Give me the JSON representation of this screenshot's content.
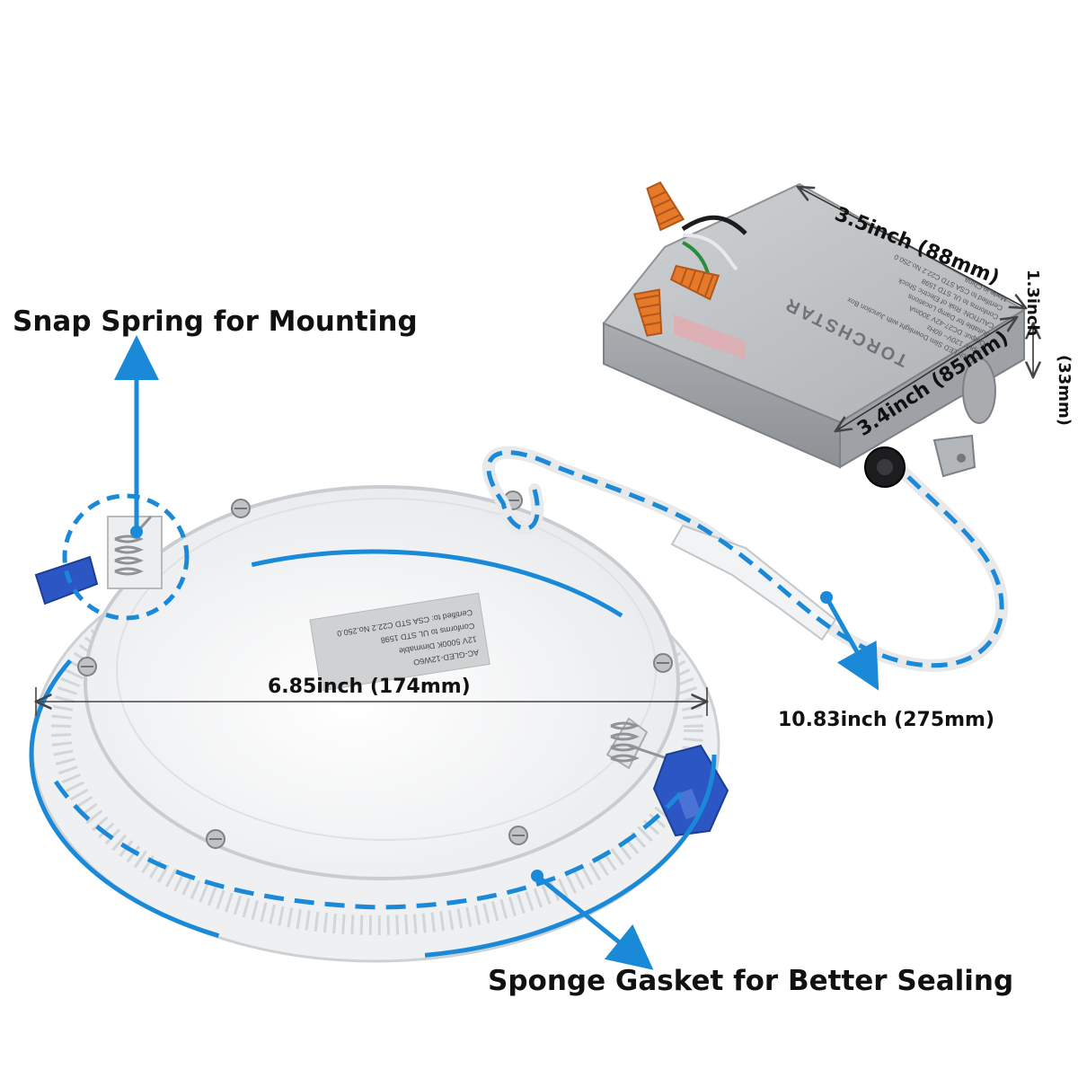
{
  "callouts": {
    "snap_spring": "Snap Spring for Mounting",
    "sponge_gasket": "Sponge Gasket for Better Sealing",
    "cable_length": "10.83inch (275mm)"
  },
  "dimensions": {
    "panel_diameter": "6.85inch (174mm)",
    "box_width": "3.5inch (88mm)",
    "box_depth": "3.4inch (85mm)",
    "box_height_in": "1.3inch",
    "box_height_mm": "(33mm)"
  },
  "label_sticker": {
    "lines": [
      "AC-GLED-12W6O",
      "12V 5000K Dimmable",
      "Conforms to UL STD 1598",
      "Certified to: CSA STD C22.2 No.250.0"
    ]
  },
  "box_print": {
    "brand": "TORCHSTAR",
    "lines": [
      "6 Inch LED Slim Downlight with Junction Box",
      "Input: 120V~ 60Hz",
      "Output: DC27-42V 300mA",
      "Suitable for Damp Locations",
      "CAUTION: Risk of Electric Shock",
      "Conforms to UL STD 1598",
      "Certified to CSA STD C22.2 No.250.0",
      "Made in China"
    ]
  },
  "colors": {
    "accent_blue": "#1a8ad8",
    "clip_blue": "#2b56c4",
    "wire_nut_orange": "#e67a2a",
    "box_gray": "#b9bcbf"
  }
}
